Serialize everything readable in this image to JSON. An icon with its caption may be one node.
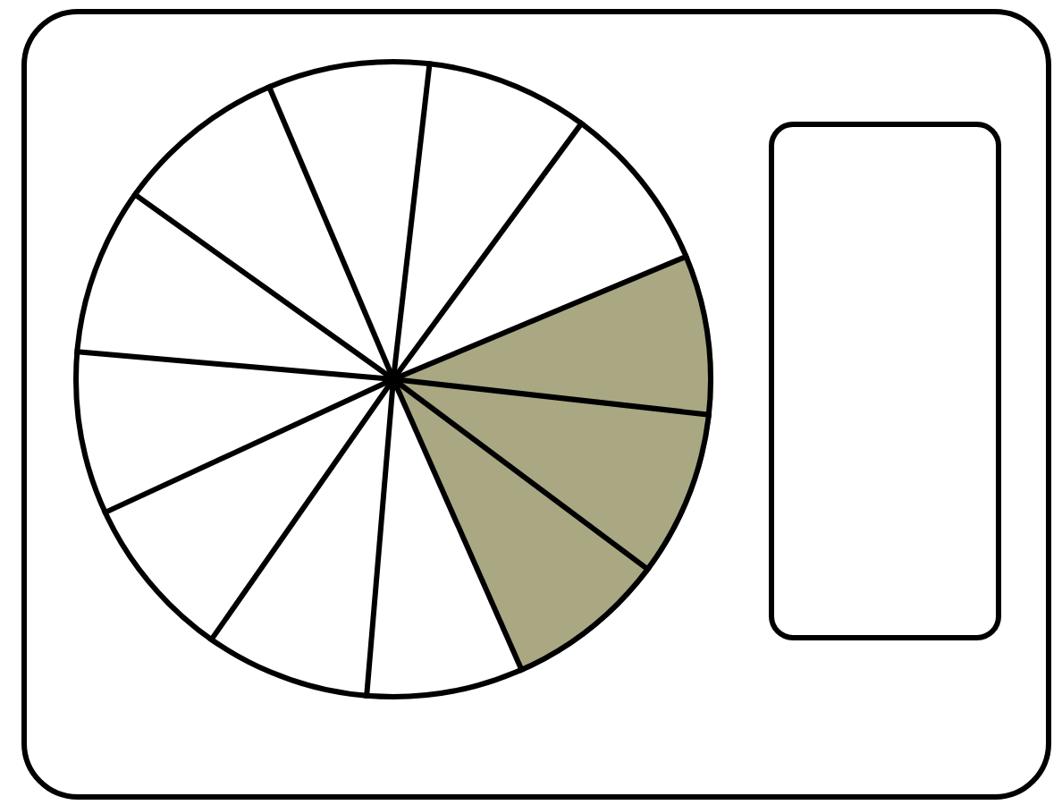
{
  "diagram": {
    "nodes": [
      {
        "text": [],
        "shape": "box"
      },
      {
        "text": [],
        "shape": "circle",
        "in": 0
      },
      {
        "text": [],
        "shape": "box",
        "in": 0
      }
    ]
  }
}
